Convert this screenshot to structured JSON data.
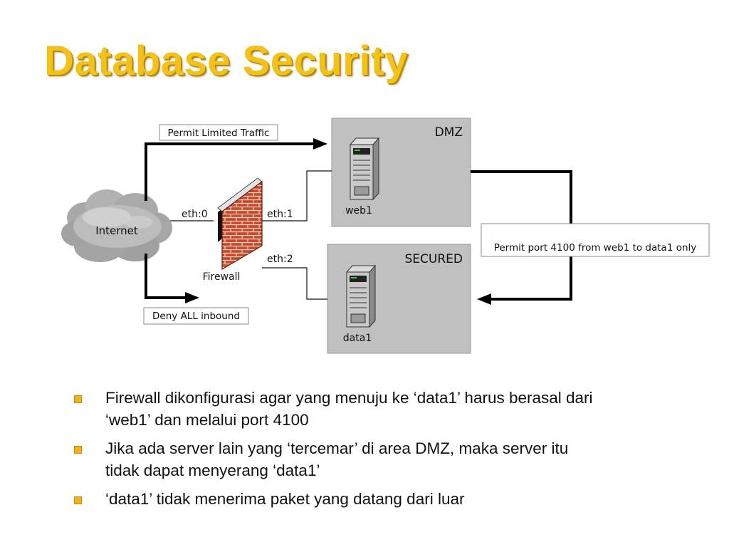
{
  "slide": {
    "title": "Database Security"
  },
  "diagram": {
    "cloud_label": "Internet",
    "firewall_label": "Firewall",
    "interfaces": {
      "eth0": "eth:0",
      "eth1": "eth:1",
      "eth2": "eth:2"
    },
    "zones": {
      "dmz": {
        "label": "DMZ",
        "server": "web1"
      },
      "secured": {
        "label": "SECURED",
        "server": "data1"
      }
    },
    "flows": {
      "permit_limited": "Permit Limited Traffic",
      "deny_inbound": "Deny ALL inbound",
      "permit_port": "Permit port 4100 from web1 to data1 only"
    },
    "colors": {
      "zone_fill": "#c0c0c0",
      "brick": "#c94a2c",
      "cloud": "#b4b4b4"
    }
  },
  "bullets": [
    {
      "text": "Firewall dikonfigurasi agar yang menuju ke ‘data1’ harus berasal dari\n‘web1’ dan melalui port 4100"
    },
    {
      "text": "Jika ada server lain yang ‘tercemar’ di area DMZ, maka server itu\ntidak dapat menyerang ‘data1’"
    },
    {
      "text": "‘data1’ tidak menerima paket yang datang dari luar"
    }
  ],
  "bullet_color": "#f2b21a"
}
